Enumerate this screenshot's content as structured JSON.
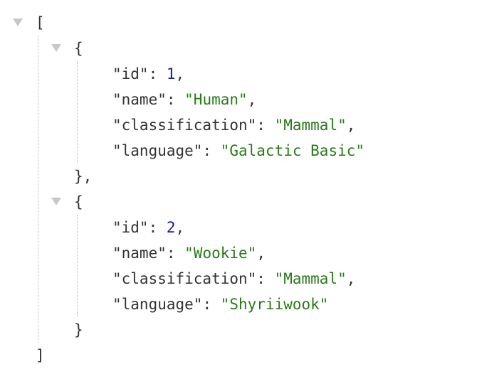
{
  "json_viewer": {
    "root": {
      "open": "[",
      "close": "]"
    },
    "items": [
      {
        "open": "{",
        "close": "},",
        "fields": [
          {
            "key": "\"id\"",
            "sep": ": ",
            "value": "1",
            "trail": ","
          },
          {
            "key": "\"name\"",
            "sep": ": ",
            "value": "\"Human\"",
            "trail": ","
          },
          {
            "key": "\"classification\"",
            "sep": ": ",
            "value": "\"Mammal\"",
            "trail": ","
          },
          {
            "key": "\"language\"",
            "sep": ": ",
            "value": "\"Galactic Basic\"",
            "trail": ""
          }
        ]
      },
      {
        "open": "{",
        "close": "}",
        "fields": [
          {
            "key": "\"id\"",
            "sep": ": ",
            "value": "2",
            "trail": ","
          },
          {
            "key": "\"name\"",
            "sep": ": ",
            "value": "\"Wookie\"",
            "trail": ","
          },
          {
            "key": "\"classification\"",
            "sep": ": ",
            "value": "\"Mammal\"",
            "trail": ","
          },
          {
            "key": "\"language\"",
            "sep": ": ",
            "value": "\"Shyriiwook\"",
            "trail": ""
          }
        ]
      }
    ],
    "colors": {
      "punctuation": "#333333",
      "number": "#1a1aa6",
      "string": "#2a7a1a",
      "toggle": "#c8c8c8",
      "guide": "#bdbdbd"
    },
    "icons": {
      "toggle": "triangle-down-icon"
    }
  }
}
